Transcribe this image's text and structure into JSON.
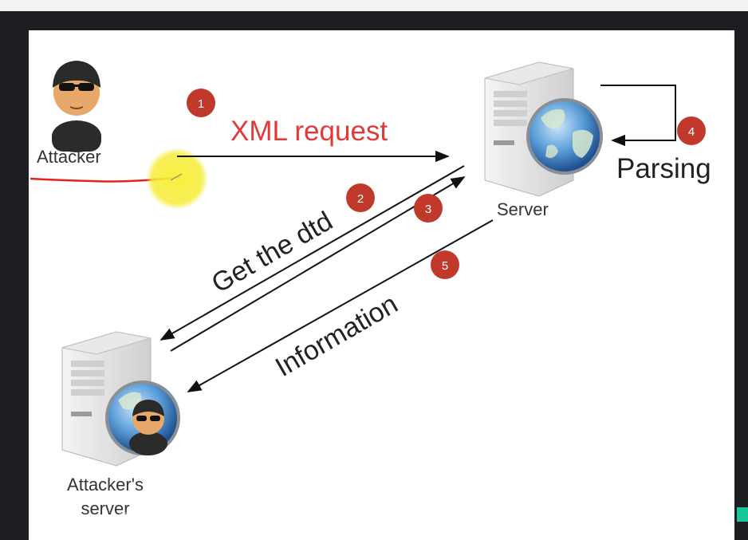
{
  "labels": {
    "attacker": "Attacker",
    "xml_request": "XML request",
    "server": "Server",
    "parsing": "Parsing",
    "get_the_dtd": "Get the dtd",
    "information": "Information",
    "attackers_server_line1": "Attacker's",
    "attackers_server_line2": "server"
  },
  "steps": [
    "1",
    "2",
    "3",
    "4",
    "5"
  ],
  "subtitle": "回利用：任意文件读取（无回显）",
  "colors": {
    "step_badge": "#c0392b",
    "xml_request_text": "#e03a3a",
    "annotation_underline": "#e8201c",
    "cursor_highlight": "#f7ec3a",
    "arrow": "#111111"
  },
  "icons": [
    "attacker-icon",
    "server-globe-icon",
    "attackers-server-icon",
    "cursor-highlight-icon"
  ]
}
